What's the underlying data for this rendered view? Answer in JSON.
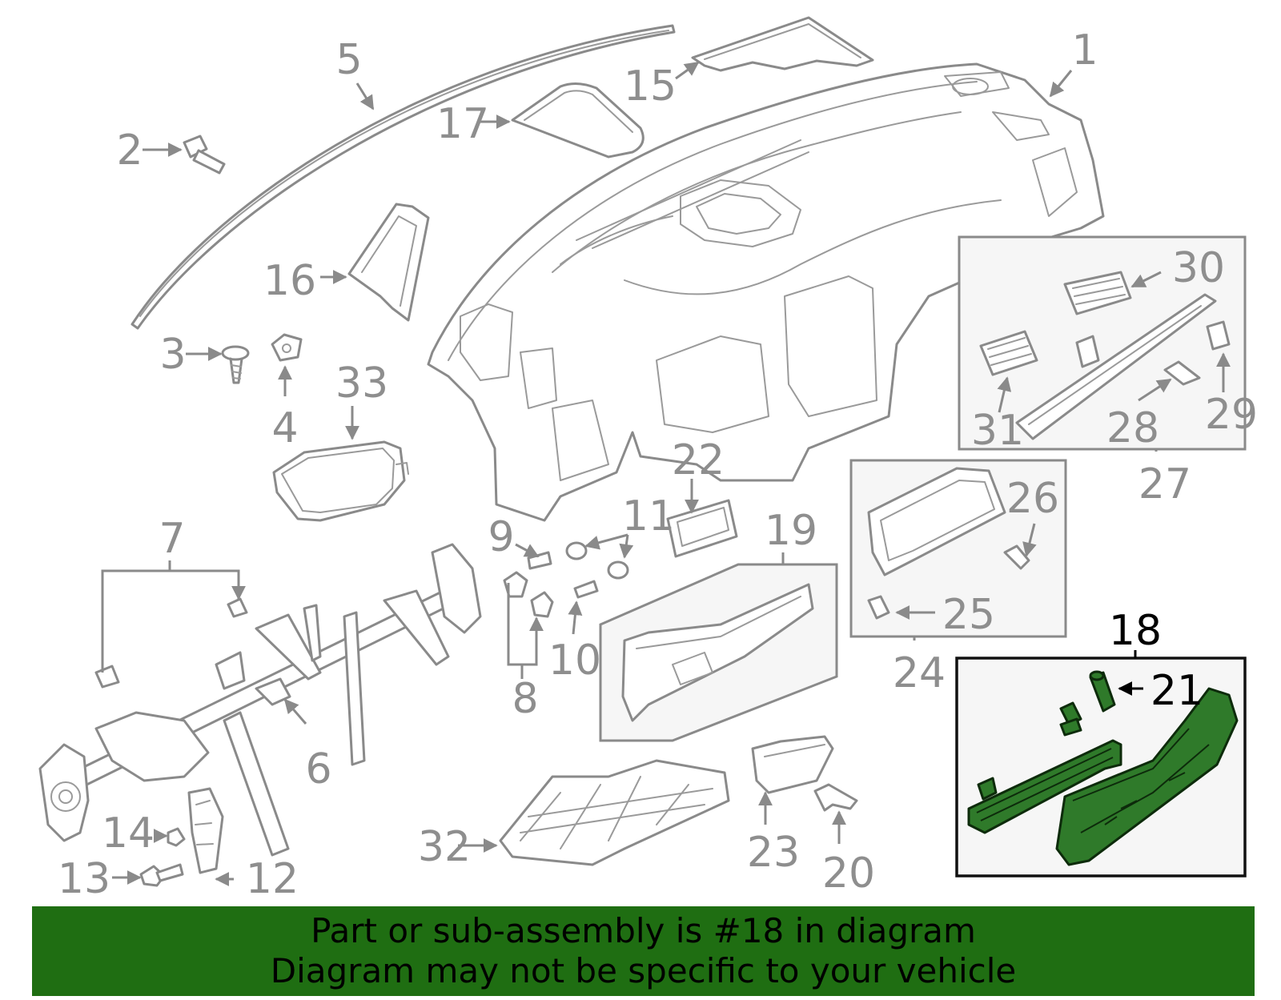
{
  "diagram": {
    "labels": {
      "1": "1",
      "2": "2",
      "3": "3",
      "4": "4",
      "5": "5",
      "6": "6",
      "7": "7",
      "8": "8",
      "9": "9",
      "10": "10",
      "11": "11",
      "12": "12",
      "13": "13",
      "14": "14",
      "15": "15",
      "16": "16",
      "17": "17",
      "18": "18",
      "19": "19",
      "20": "20",
      "21": "21",
      "22": "22",
      "23": "23",
      "24": "24",
      "25": "25",
      "26": "26",
      "27": "27",
      "28": "28",
      "29": "29",
      "30": "30",
      "31": "31",
      "32": "32",
      "33": "33"
    },
    "highlighted_part": "18",
    "colors": {
      "line": "#8a8a8a",
      "highlight_part": "#2f7a2a",
      "banner": "#1f6e12",
      "banner_text": "#000000"
    }
  },
  "banner": {
    "line1": "Part or sub-assembly is #18 in diagram",
    "line2": "Diagram may not be specific to your vehicle"
  }
}
